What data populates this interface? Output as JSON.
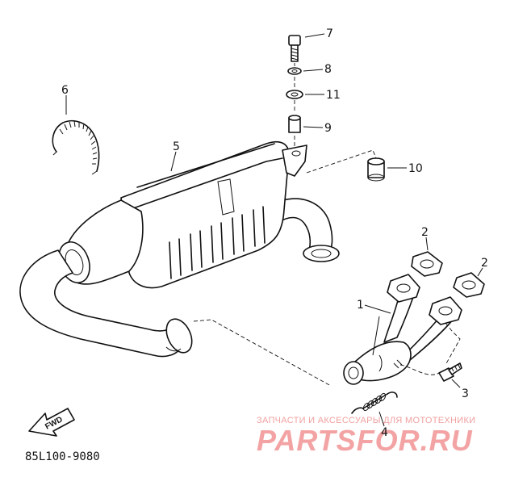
{
  "callouts": {
    "c1": "1",
    "c2a": "2",
    "c2b": "2",
    "c3": "3",
    "c4": "4",
    "c5": "5",
    "c6": "6",
    "c7": "7",
    "c8": "8",
    "c9": "9",
    "c10": "10",
    "c11": "11"
  },
  "fwd_label": "FWD",
  "diagram_code": "85L100-9080",
  "watermark": {
    "tagline": "ЗАПЧАСТИ И АКСЕССУАРЫ ДЛЯ МОТОТЕХНИКИ",
    "brand": "PARTSFOR.RU"
  }
}
